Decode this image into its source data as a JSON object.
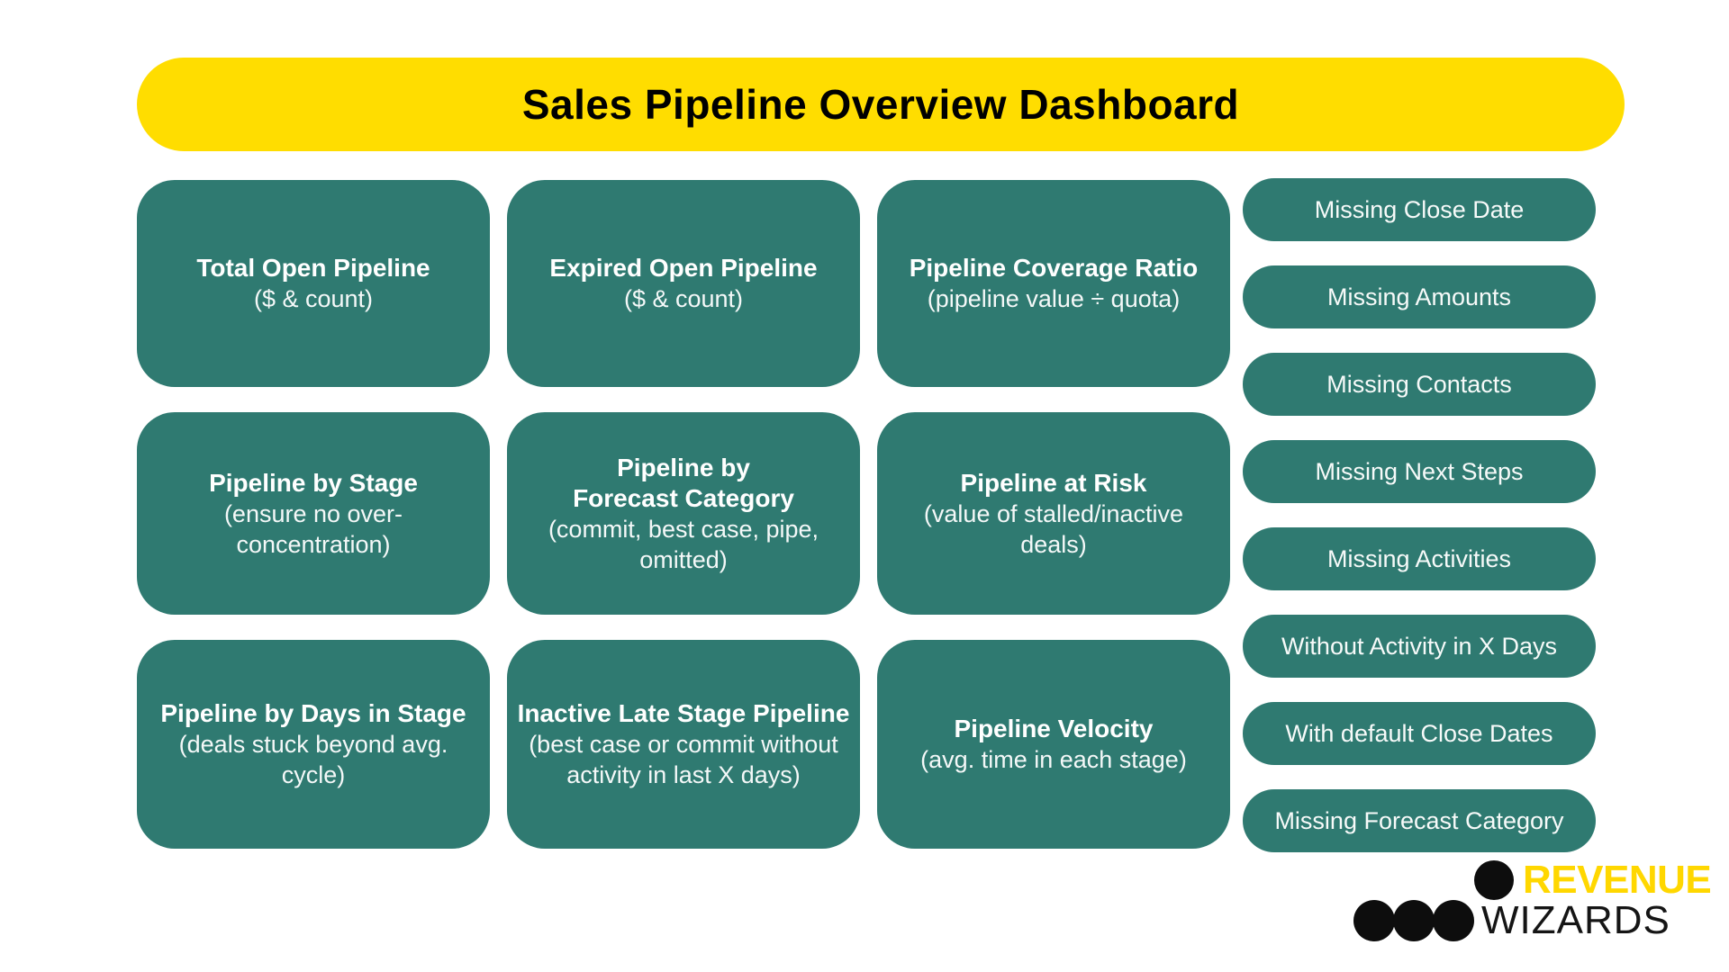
{
  "header": {
    "title": "Sales Pipeline Overview Dashboard"
  },
  "cards": [
    {
      "title": "Total Open Pipeline",
      "subtitle": "($ & count)"
    },
    {
      "title": "Expired Open Pipeline",
      "subtitle": "($ & count)"
    },
    {
      "title": "Pipeline Coverage Ratio",
      "subtitle": "(pipeline value ÷ quota)"
    },
    {
      "title": "Pipeline by Stage",
      "subtitle": "(ensure no over-concentration)"
    },
    {
      "title": "Pipeline by\nForecast Category",
      "subtitle": "(commit, best case, pipe, omitted)"
    },
    {
      "title": "Pipeline at Risk",
      "subtitle": "(value of stalled/inactive deals)"
    },
    {
      "title": "Pipeline by Days in Stage",
      "subtitle": "(deals stuck beyond avg. cycle)"
    },
    {
      "title": "Inactive Late Stage Pipeline",
      "subtitle": "(best case or commit without activity in last X days)"
    },
    {
      "title": "Pipeline Velocity",
      "subtitle": "(avg. time in each stage)"
    }
  ],
  "pills": [
    "Missing Close Date",
    "Missing Amounts",
    "Missing Contacts",
    "Missing Next Steps",
    "Missing Activities",
    "Without Activity in X Days",
    "With default  Close Dates",
    "Missing Forecast Category"
  ],
  "logo": {
    "line1": "REVENUE",
    "line2": "WIZARDS"
  },
  "colors": {
    "background": "#FFFFFF",
    "teal": "#2F7A71",
    "banner_yellow": "#FFDD00",
    "title_text": "#000000",
    "card_text": "#FFFFFF",
    "logo_black": "#0D0D0D",
    "logo_yellow": "#FFD700"
  }
}
